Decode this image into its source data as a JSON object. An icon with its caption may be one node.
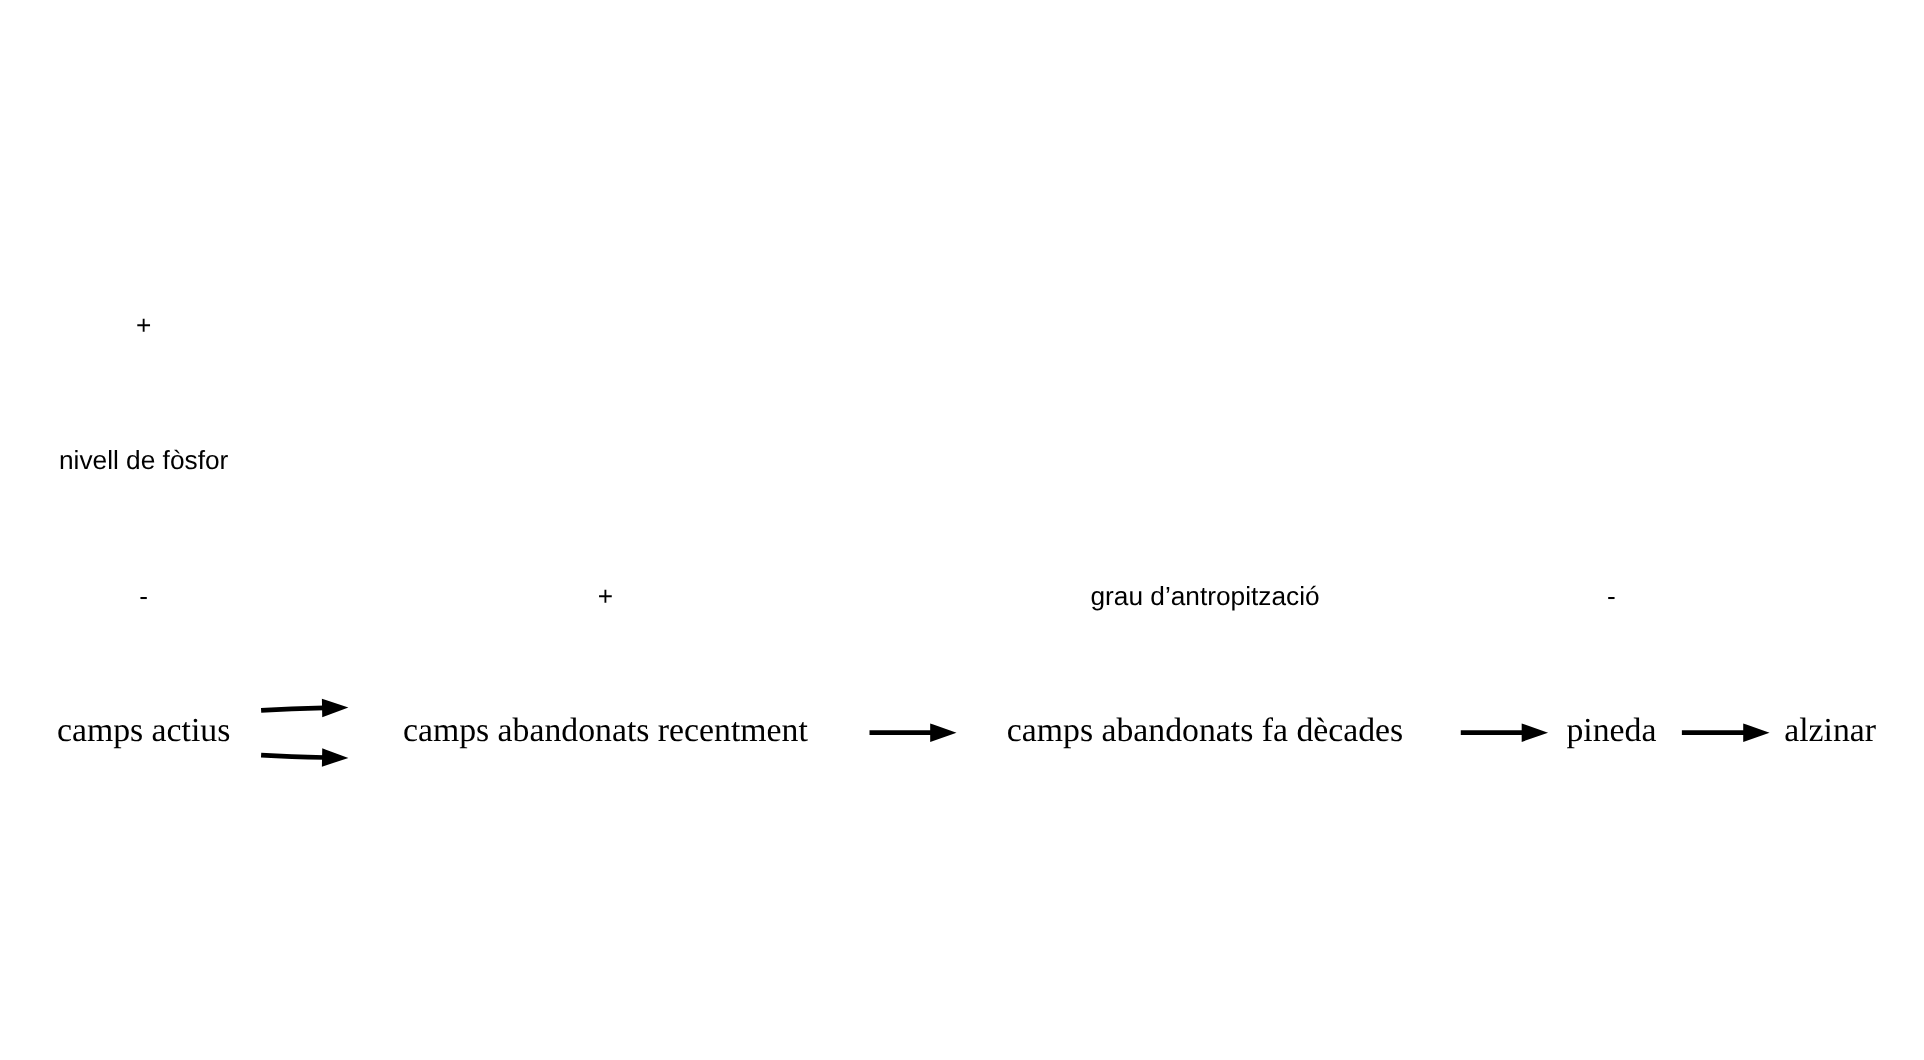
{
  "diagram": {
    "nodes": [
      {
        "text": [
          "camps actius"
        ]
      },
      {
        "text": [
          "camps abandonats recentment"
        ]
      },
      {
        "text": [
          "camps abandonats fa dècades"
        ]
      },
      {
        "text": [
          "pineda"
        ]
      },
      {
        "text": [
          "alzinar"
        ]
      }
    ],
    "edges": [
      {
        "from": 0,
        "to": 1,
        "arrow": "to"
      },
      {
        "from": 0,
        "to": 1,
        "arrow": "to"
      },
      {
        "from": 1,
        "to": 2,
        "arrow": "to"
      },
      {
        "from": 2,
        "to": 3,
        "arrow": "to"
      },
      {
        "from": 3,
        "to": 4,
        "arrow": "to"
      }
    ],
    "labels": [
      "+",
      "nivell de fòsfor",
      "-",
      "+",
      "grau d’antropització",
      "-"
    ]
  }
}
